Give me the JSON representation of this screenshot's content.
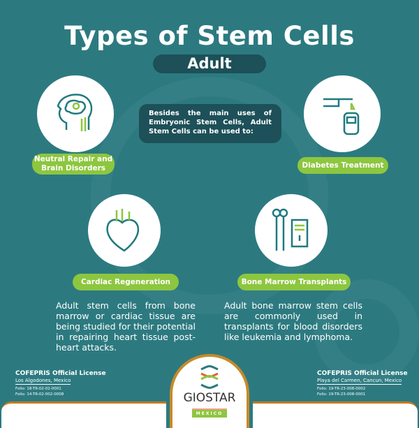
{
  "title": "Types of Stem Cells",
  "subtitle": "Adult",
  "intro": "Besides the main uses of Embryonic Stem Cells, Adult Stem Cells can be used to:",
  "uses": [
    {
      "label": "Neutral Repair and Brain Disorders",
      "icon": "brain-head-icon"
    },
    {
      "label": "Diabetes Treatment",
      "icon": "glucose-meter-icon"
    },
    {
      "label": "Cardiac Regeneration",
      "icon": "heart-icon"
    },
    {
      "label": "Bone Marrow Transplants",
      "icon": "bone-report-icon"
    }
  ],
  "descriptions": {
    "cardiac": "Adult stem cells from bone marrow or cardiac tissue are being studied for their potential in repairing heart tissue post-heart attacks.",
    "bone": "Adult bone marrow stem cells are commonly used in transplants for blood disorders like leukemia and lymphoma."
  },
  "licenses": [
    {
      "title": "COFEPRIS Official License",
      "location": "Los Algodones, Mexico",
      "folios": [
        "Folio: 18-TR-02-02-0001",
        "Folio: 14-TR-02-002-0008"
      ]
    },
    {
      "title": "COFEPRIS Official License",
      "location": "Playa del Carmen, Cancun, Mexico",
      "folios": [
        "Folio: 19-TR-23-008-0002",
        "Folio: 19-TR-23-008-0001"
      ]
    }
  ],
  "logo": {
    "name": "GIOSTAR",
    "tag": "MEXICO"
  },
  "colors": {
    "background": "#2c7a80",
    "dark_box": "#1d5058",
    "accent_green": "#8dc63f",
    "icon_teal": "#1f7a80",
    "gold": "#c78a2a"
  }
}
